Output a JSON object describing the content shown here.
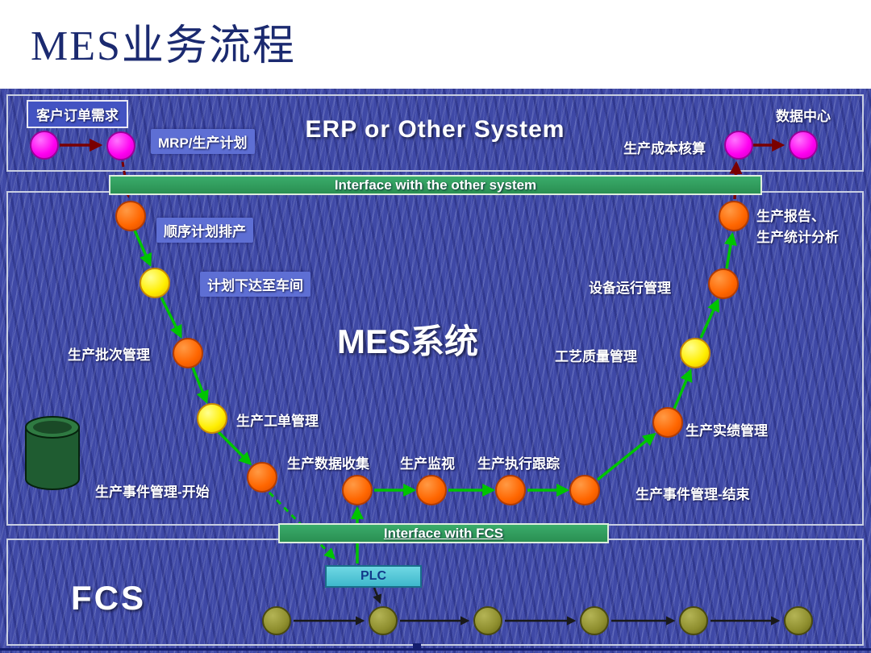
{
  "slide": {
    "title": "MES业务流程"
  },
  "erp": {
    "title": "ERP or Other System",
    "customer_order": "客户订单需求",
    "mrp": "MRP/生产计划",
    "cost_accounting": "生产成本核算",
    "data_center": "数据中心"
  },
  "banners": {
    "top": "Interface with the other system",
    "bottom": "Interface with FCS"
  },
  "mes": {
    "title": "MES系统",
    "labels": {
      "seq_plan": "顺序计划排产",
      "dispatch": "计划下达至车间",
      "batch": "生产批次管理",
      "workorder": "生产工单管理",
      "event_start": "生产事件管理-开始",
      "data_collect": "生产数据收集",
      "monitor": "生产监视",
      "track": "生产执行跟踪",
      "event_end": "生产事件管理-结束",
      "performance": "生产实绩管理",
      "quality": "工艺质量管理",
      "equipment": "设备运行管理",
      "report_line1": "生产报告、",
      "report_line2": "生产统计分析"
    }
  },
  "fcs": {
    "title": "FCS",
    "plc": "PLC"
  },
  "colors": {
    "background_blue": "#3f49a6",
    "title_navy": "#1b2a70",
    "node_orange": "#ff6600",
    "node_yellow": "#ffee00",
    "node_magenta": "#ff00f0",
    "node_olive": "#8f8f2f",
    "arrow_green": "#00c400",
    "arrow_red": "#7a0000",
    "arrow_black": "#1a1a1a",
    "banner_green": "#2a8f52",
    "plc_cyan": "#3fb8cc",
    "cylinder_green": "#226633"
  }
}
